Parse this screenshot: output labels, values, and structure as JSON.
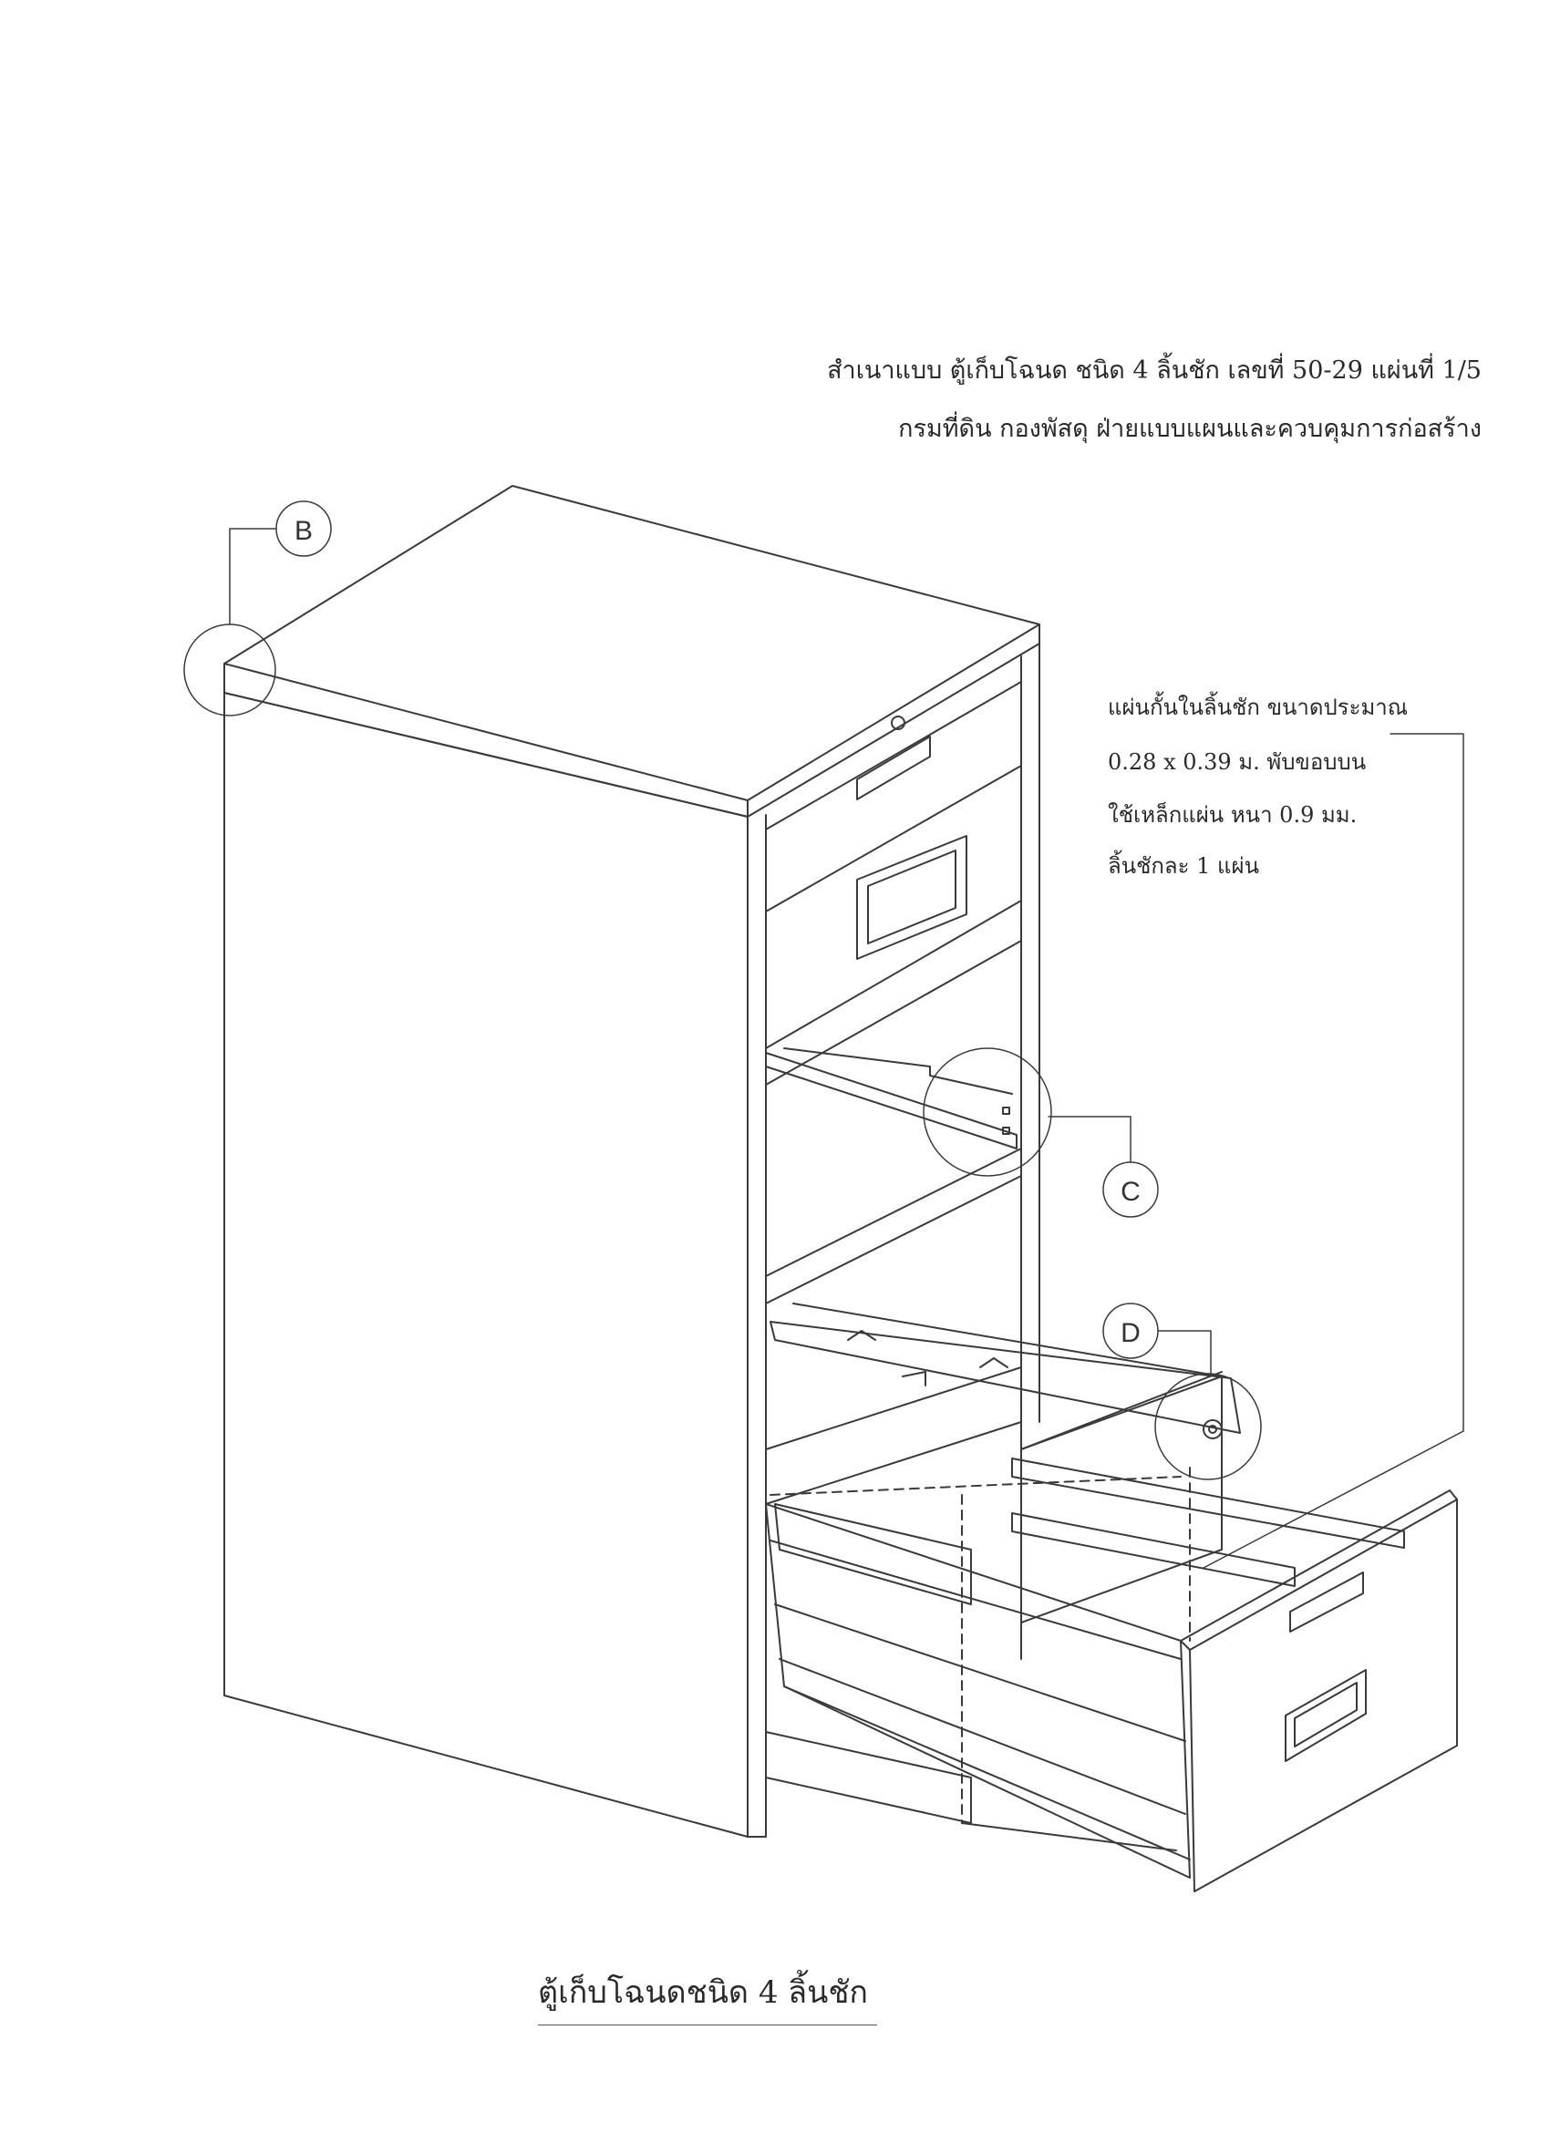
{
  "header": {
    "line1": "สำเนาแบบ ตู้เก็บโฉนด ชนิด 4 ลิ้นชัก  เลขที่ 50-29 แผ่นที่ 1/5",
    "line2": "กรมที่ดิน    กองพัสดุ    ฝ่ายแบบแผนและควบคุมการก่อสร้าง"
  },
  "callouts": {
    "b": "B",
    "c": "C",
    "d": "D"
  },
  "note": {
    "line1": "แผ่นกั้นในลิ้นชัก ขนาดประมาณ",
    "line2": "0.28 x 0.39 ม. พับขอบบน",
    "line3": "ใช้เหล็กแผ่น หนา 0.9 มม.",
    "line4": "ลิ้นชักละ 1 แผ่น"
  },
  "caption": "ตู้เก็บโฉนดชนิด 4 ลิ้นชัก"
}
